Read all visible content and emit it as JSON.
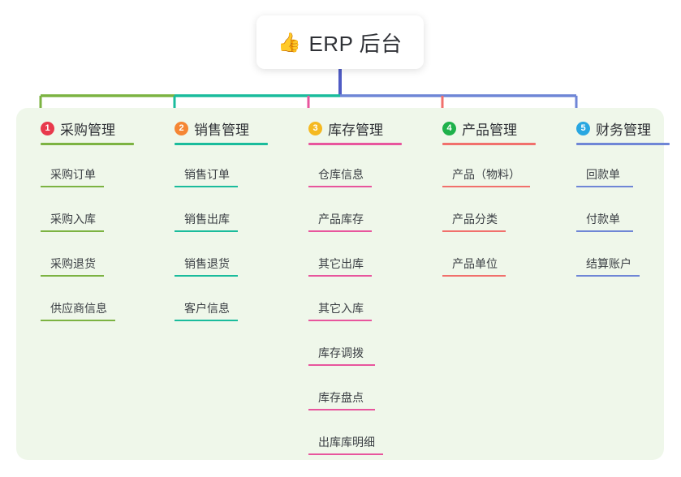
{
  "root": {
    "icon": "thumbs-up-icon",
    "icon_glyph": "👍",
    "title": "ERP 后台"
  },
  "palette": {
    "panel_bg": "#eff7ea",
    "page_bg": "#ffffff",
    "stem": "#4f5bc4",
    "branch1": "#7cb342",
    "branch2": "#1abc9c",
    "branch3": "#e8559d",
    "branch4": "#f1706c",
    "branch5": "#6f86d6",
    "badge1": "#e8394c",
    "badge2": "#f58634",
    "badge3": "#f5b921",
    "badge4": "#1fb14b",
    "badge5": "#29a7e1"
  },
  "branches": [
    {
      "number": "1",
      "title": "采购管理",
      "badge_color": "#e8394c",
      "line_color": "#7cb342",
      "rule_width": 115,
      "children": [
        {
          "label": "采购订单",
          "rule_width": 78
        },
        {
          "label": "采购入库",
          "rule_width": 78
        },
        {
          "label": "采购退货",
          "rule_width": 78
        },
        {
          "label": "供应商信息",
          "rule_width": 92
        }
      ]
    },
    {
      "number": "2",
      "title": "销售管理",
      "badge_color": "#f58634",
      "line_color": "#1abc9c",
      "rule_width": 115,
      "children": [
        {
          "label": "销售订单",
          "rule_width": 78
        },
        {
          "label": "销售出库",
          "rule_width": 78
        },
        {
          "label": "销售退货",
          "rule_width": 78
        },
        {
          "label": "客户信息",
          "rule_width": 78
        }
      ]
    },
    {
      "number": "3",
      "title": "库存管理",
      "badge_color": "#f5b921",
      "line_color": "#e8559d",
      "rule_width": 115,
      "children": [
        {
          "label": "仓库信息",
          "rule_width": 78
        },
        {
          "label": "产品库存",
          "rule_width": 78
        },
        {
          "label": "其它出库",
          "rule_width": 78
        },
        {
          "label": "其它入库",
          "rule_width": 78
        },
        {
          "label": "库存调拨",
          "rule_width": 82
        },
        {
          "label": "库存盘点",
          "rule_width": 82
        },
        {
          "label": "出库库明细",
          "rule_width": 92
        }
      ]
    },
    {
      "number": "4",
      "title": "产品管理",
      "badge_color": "#1fb14b",
      "line_color": "#f1706c",
      "rule_width": 115,
      "children": [
        {
          "label": "产品（物料）",
          "rule_width": 108
        },
        {
          "label": "产品分类",
          "rule_width": 78
        },
        {
          "label": "产品单位",
          "rule_width": 78
        }
      ]
    },
    {
      "number": "5",
      "title": "财务管理",
      "badge_color": "#29a7e1",
      "line_color": "#6f86d6",
      "rule_width": 115,
      "children": [
        {
          "label": "回款单",
          "rule_width": 70
        },
        {
          "label": "付款单",
          "rule_width": 70
        },
        {
          "label": "结算账户",
          "rule_width": 78
        }
      ]
    }
  ]
}
